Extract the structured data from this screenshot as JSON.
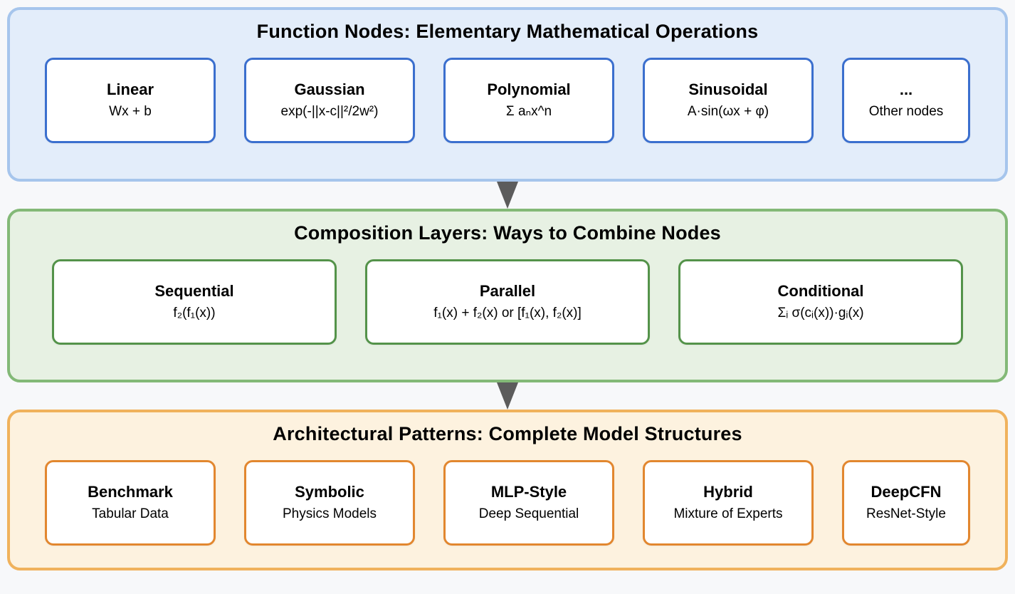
{
  "page": {
    "background": "#f7f8fa"
  },
  "arrow": {
    "color": "#5c5c5c"
  },
  "sections": [
    {
      "id": "function-nodes",
      "title": "Function Nodes: Elementary Mathematical Operations",
      "colors": {
        "fill": "#e3edfa",
        "border": "#a6c5ec",
        "card_border": "#3b6fce"
      },
      "cards": [
        {
          "name": "Linear",
          "detail": "Wx + b"
        },
        {
          "name": "Gaussian",
          "detail": "exp(-||x-c||²/2w²)"
        },
        {
          "name": "Polynomial",
          "detail": "Σ aₙx^n"
        },
        {
          "name": "Sinusoidal",
          "detail": "A·sin(ωx + φ)"
        },
        {
          "name": "...",
          "detail": "Other nodes"
        }
      ]
    },
    {
      "id": "composition-layers",
      "title": "Composition Layers: Ways to Combine Nodes",
      "colors": {
        "fill": "#e7f1e3",
        "border": "#83b977",
        "card_border": "#54934a"
      },
      "cards": [
        {
          "name": "Sequential",
          "detail": "f₂(f₁(x))"
        },
        {
          "name": "Parallel",
          "detail": "f₁(x) + f₂(x) or [f₁(x), f₂(x)]"
        },
        {
          "name": "Conditional",
          "detail": "Σᵢ σ(cᵢ(x))·gᵢ(x)"
        }
      ]
    },
    {
      "id": "architectural-patterns",
      "title": "Architectural Patterns: Complete Model Structures",
      "colors": {
        "fill": "#fdf2df",
        "border": "#f0b25c",
        "card_border": "#e2872f"
      },
      "cards": [
        {
          "name": "Benchmark",
          "detail": "Tabular Data"
        },
        {
          "name": "Symbolic",
          "detail": "Physics Models"
        },
        {
          "name": "MLP-Style",
          "detail": "Deep Sequential"
        },
        {
          "name": "Hybrid",
          "detail": "Mixture of Experts"
        },
        {
          "name": "DeepCFN",
          "detail": "ResNet-Style"
        }
      ]
    }
  ]
}
